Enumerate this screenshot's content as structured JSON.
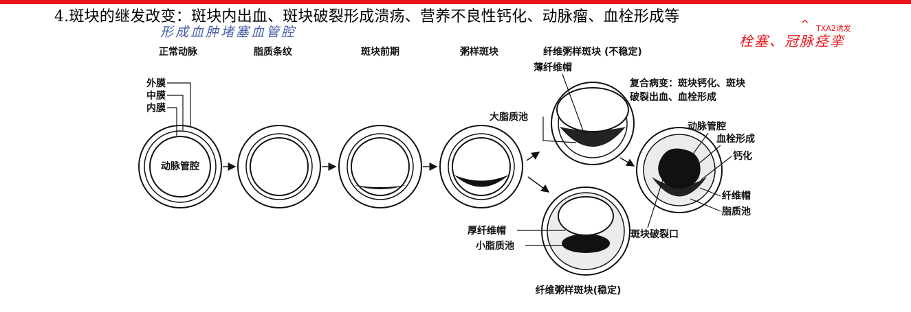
{
  "heading": "4.斑块的继发改变：斑块内出血、斑块破裂形成溃疡、营养不良性钙化、动脉瘤、血栓形成等",
  "annotations": {
    "handwritten_blue": "形成血肿堵塞血管腔",
    "handwritten_red": "栓塞、冠脉痉挛",
    "red_small": "TXA2诱发"
  },
  "stages": {
    "normal": "正常动脉",
    "fatty_streak": "脂质条纹",
    "pre_plaque": "斑块前期",
    "atheroma": "粥样斑块",
    "unstable": "纤维粥样斑块 (不稳定)",
    "stable": "纤维粥样斑块(稳定)"
  },
  "labels": {
    "adventitia": "外膜",
    "media": "中膜",
    "intima": "内膜",
    "lumen": "动脉管腔",
    "thin_cap": "薄纤维帽",
    "large_lipid_pool": "大脂质池",
    "thick_cap": "厚纤维帽",
    "small_lipid_pool": "小脂质池",
    "complicated_line1": "复合病变：斑块钙化、斑块",
    "complicated_line2": "破裂出血、血栓形成",
    "lumen2": "动脉管腔",
    "thrombus": "血栓形成",
    "calcification": "钙化",
    "fibrous_cap": "纤维帽",
    "lipid_pool": "脂质池",
    "rupture": "斑块破裂口"
  },
  "colors": {
    "accent_red": "#e8141b",
    "handwriting_blue": "#4a5fa8"
  }
}
